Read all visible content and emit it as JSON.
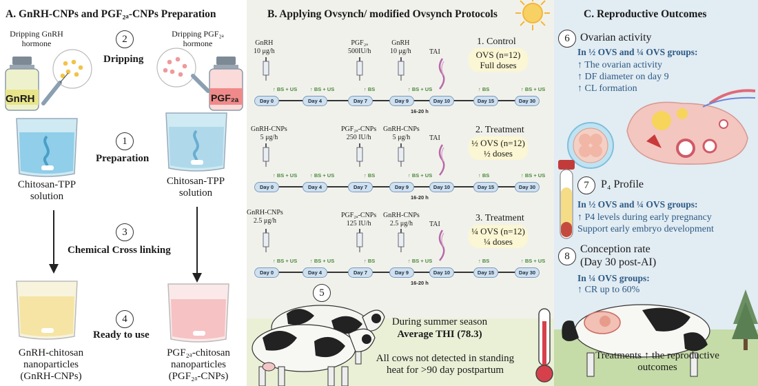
{
  "panelA": {
    "title": "A. GnRH-CNPs and PGF₂ₐ-CNPs Preparation",
    "dripping_gnrh": "Dripping GnRH hormone",
    "dripping_pgf": "Dripping PGF₂ₐ hormone",
    "vial_left_label": "GnRH",
    "vial_right_label": "PGF₂ₐ",
    "step2_num": "2",
    "step2": "Dripping",
    "step1_num": "1",
    "step1": "Preparation",
    "step3_num": "3",
    "step3": "Chemical Cross linking",
    "step4_num": "4",
    "step4": "Ready to use",
    "chitosan_left": "Chitosan-TPP solution",
    "chitosan_right": "Chitosan-TPP solution",
    "np_left_line1": "GnRH-chitosan nanoparticles",
    "np_left_line2": "(GnRH-CNPs)",
    "np_right_line1": "PGF₂ₐ-chitosan nanoparticles",
    "np_right_line2": "(PGF₂ₐ-CNPs)"
  },
  "panelB": {
    "title": "B. Applying Ovsynch/ modified Ovsynch Protocols",
    "protocols": [
      {
        "headers": [
          {
            "name": "GnRH",
            "dose": "10 μg/h"
          },
          {
            "name": "PGF₂ₐ",
            "dose": "500IU/h"
          },
          {
            "name": "GnRH",
            "dose": "10 μg/h"
          },
          {
            "name": "TAI",
            "dose": ""
          }
        ],
        "group_title": "1.  Control",
        "group_line1": "OVS (n=12)",
        "group_line2": "Full doses"
      },
      {
        "headers": [
          {
            "name": "GnRH-CNPs",
            "dose": "5 μg/h"
          },
          {
            "name": "PGF₂ₐ-CNPs",
            "dose": "250 IU/h"
          },
          {
            "name": "GnRH-CNPs",
            "dose": "5 μg/h"
          },
          {
            "name": "TAI",
            "dose": ""
          }
        ],
        "group_title": "2. Treatment",
        "group_line1": "½ OVS (n=12)",
        "group_line2": "½ doses"
      },
      {
        "headers": [
          {
            "name": "GnRH-CNPs",
            "dose": "2.5 μg/h"
          },
          {
            "name": "PGF₂ₐ-CNPs",
            "dose": "125 IU/h"
          },
          {
            "name": "GnRH-CNPs",
            "dose": "2.5 μg/h"
          },
          {
            "name": "TAI",
            "dose": ""
          }
        ],
        "group_title": "3. Treatment",
        "group_line1": "¼ OVS (n=12)",
        "group_line2": "¼ doses"
      }
    ],
    "days": [
      "Day 0",
      "Day 4",
      "Day 7",
      "Day 9",
      "Day 10",
      "Day 15",
      "Day 30"
    ],
    "labels": [
      "BS + US",
      "BS + US",
      "BS",
      "BS + US",
      "BS",
      "BS + US"
    ],
    "interval": "16-20 h",
    "step5_num": "5",
    "season": "During summer season",
    "thi": "Average THI (78.3)",
    "cows_line1": "All cows not detected in standing",
    "cows_line2": "heat for >90 day postpartum"
  },
  "panelC": {
    "title": "C. Reproductive Outcomes",
    "s6_num": "6",
    "s6_title": "Ovarian activity",
    "s6_groups": "In ½ OVS and ¼ OVS groups:",
    "s6_items": [
      "↑ The ovarian activity",
      "↑ DF diameter on day 9",
      "↑ CL formation"
    ],
    "s7_num": "7",
    "s7_title": "P₄ Profile",
    "s7_groups": "In ½ OVS and ¼ OVS groups:",
    "s7_items": [
      "↑ P4 levels during early pregnancy",
      "Support early embryo development"
    ],
    "s8_num": "8",
    "s8_title": "Conception rate",
    "s8_sub": "(Day 30 post-AI)",
    "s8_groups": "In ¼ OVS groups:",
    "s8_items": [
      "↑ CR up to 60%"
    ],
    "bottom_line1": "Treatments ↑ the reproductive",
    "bottom_line2": "outcomes"
  }
}
